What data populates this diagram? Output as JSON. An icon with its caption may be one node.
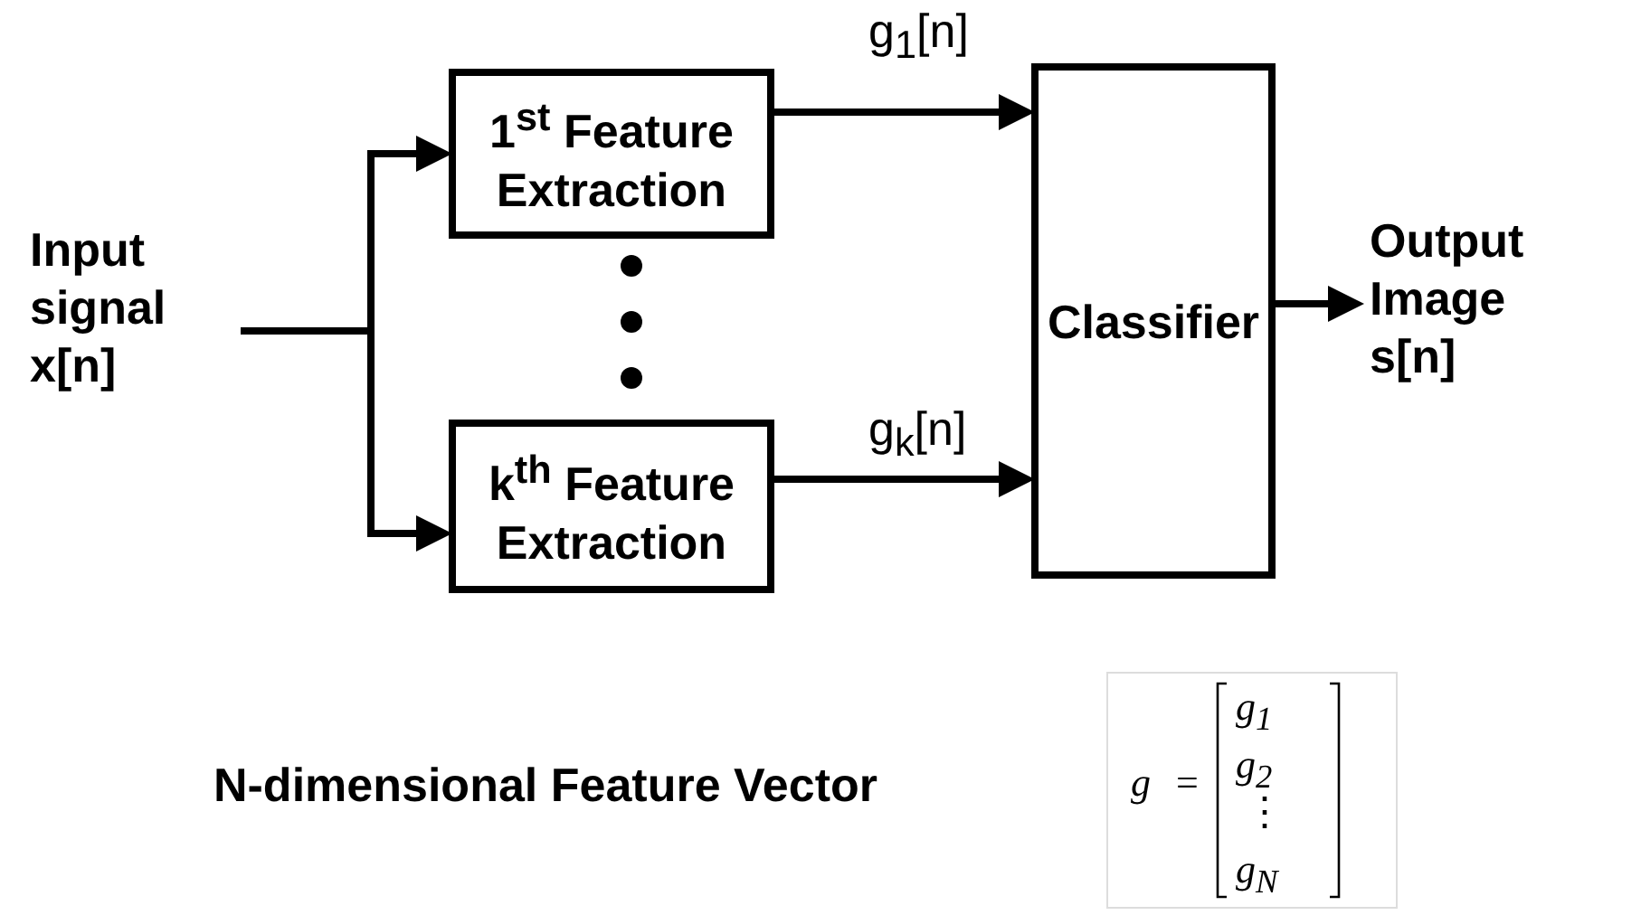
{
  "diagram": {
    "nodes": [
      {
        "text": [
          "Input signal x[n]"
        ]
      },
      {
        "text": [
          "1$^{st}$ Feature Extraction"
        ]
      },
      {
        "text": [
          "k$^{th}$ Feature Extraction"
        ]
      },
      {
        "text": [
          "Classifier"
        ]
      },
      {
        "text": [
          "Output Image s[n]"
        ]
      }
    ],
    "edges": [
      {
        "from": 0,
        "to": 1,
        "arrow": "to"
      },
      {
        "from": 0,
        "to": 2,
        "arrow": "to"
      },
      {
        "from": 1,
        "to": 3,
        "arrow": "to",
        "label": "g$_{1}$[n]"
      },
      {
        "from": 2,
        "to": 3,
        "arrow": "to",
        "label": "g$_{k}$[n]"
      },
      {
        "from": 3,
        "to": 4,
        "arrow": "to"
      }
    ],
    "labels": [
      "N-dimensional Feature Vector",
      "g",
      "=",
      "g$_{1}$",
      "g$_{2}$",
      "⋮",
      "g$_{N}$"
    ]
  }
}
